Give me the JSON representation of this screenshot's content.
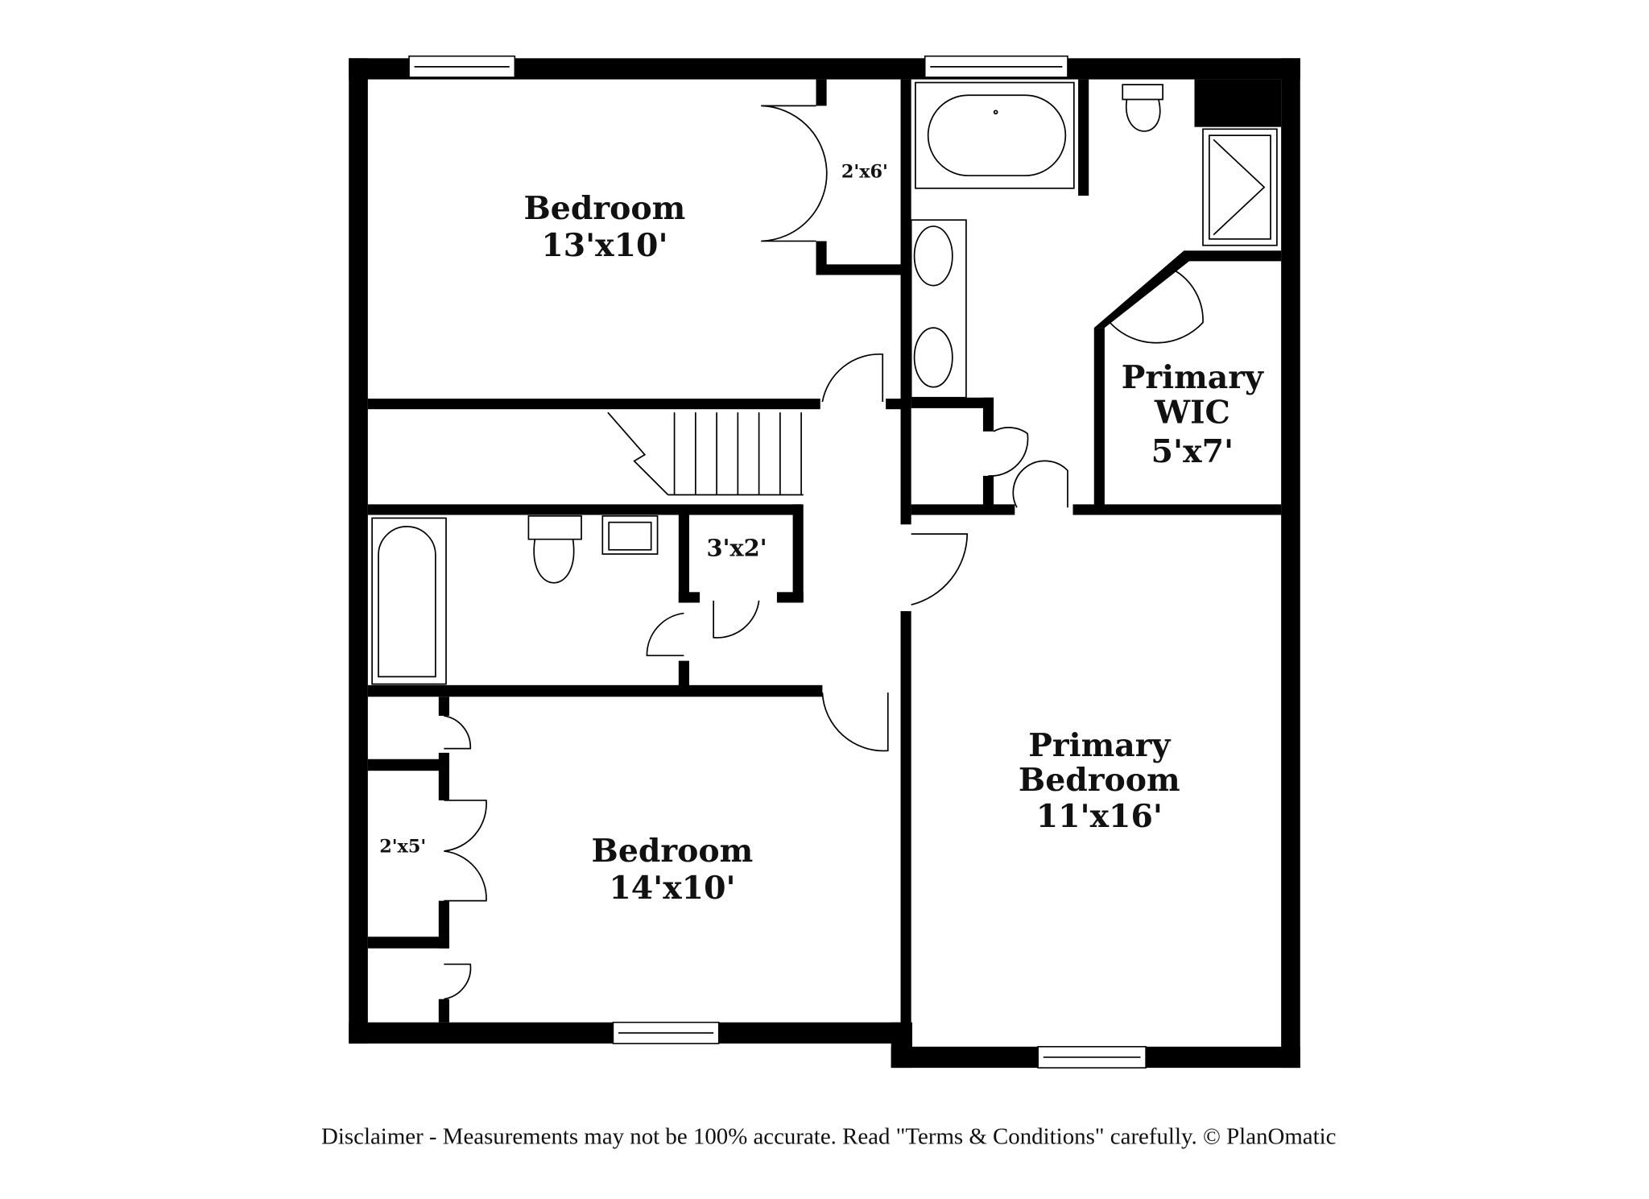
{
  "rooms": {
    "bedroom_1": {
      "name": "Bedroom",
      "size": "13'x10'"
    },
    "closet_1": {
      "size": "2'x6'"
    },
    "primary_wic": {
      "name_line1": "Primary",
      "name_line2": "WIC",
      "size": "5'x7'"
    },
    "closet_2": {
      "size": "3'x2'"
    },
    "primary_bedroom": {
      "name_line1": "Primary",
      "name_line2": "Bedroom",
      "size": "11'x16'"
    },
    "bedroom_2": {
      "name": "Bedroom",
      "size": "14'x10'"
    },
    "closet_3": {
      "size": "2'x5'"
    }
  },
  "footer": {
    "disclaimer": "Disclaimer - Measurements may not be 100% accurate. Read \"Terms & Conditions\" carefully. © PlanOmatic"
  }
}
